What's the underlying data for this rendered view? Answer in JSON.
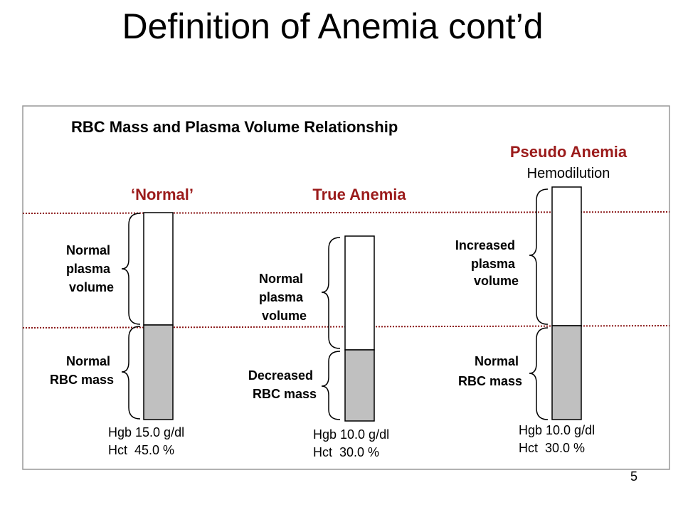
{
  "slide": {
    "title": "Definition of Anemia cont’d",
    "page_number": "5"
  },
  "diagram": {
    "heading": "RBC Mass and Plasma Volume Relationship",
    "colors": {
      "dotted_line": "#8b1a1a",
      "heading_red": "#9b1b1b",
      "rbc_fill": "#c0c0c0",
      "frame": "#999999"
    },
    "normal": {
      "title": "‘Normal’",
      "plasma_label": [
        "Normal",
        "plasma",
        "volume"
      ],
      "rbc_label": [
        "Normal",
        "RBC mass"
      ],
      "hgb": "Hgb 15.0 g/dl",
      "hct": "Hct  45.0 %"
    },
    "true_anemia": {
      "title": "True Anemia",
      "plasma_label": [
        "Normal",
        "plasma",
        "volume"
      ],
      "rbc_label": [
        "Decreased",
        "RBC mass"
      ],
      "hgb": "Hgb 10.0 g/dl",
      "hct": "Hct  30.0 %"
    },
    "pseudo_anemia": {
      "title": "Pseudo Anemia",
      "subtitle": "Hemodilution",
      "plasma_label": [
        "Increased",
        "plasma",
        "volume"
      ],
      "rbc_label": [
        "Normal",
        "RBC mass"
      ],
      "hgb": "Hgb 10.0 g/dl",
      "hct": "Hct  30.0 %"
    }
  }
}
